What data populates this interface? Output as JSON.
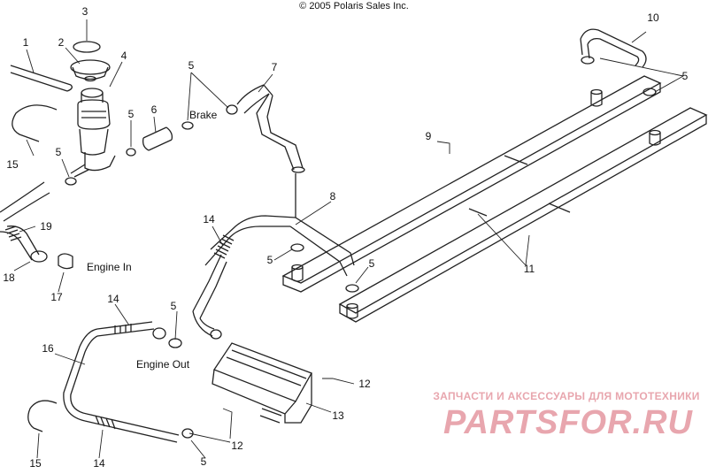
{
  "copyright": "© 2005 Polaris Sales Inc.",
  "labels": {
    "brake": "Brake",
    "engine_in": "Engine In",
    "engine_out": "Engine Out"
  },
  "callouts": {
    "c1": "1",
    "c2": "2",
    "c3": "3",
    "c4": "4",
    "c5a": "5",
    "c5b": "5",
    "c5c": "5",
    "c5d": "5",
    "c5e": "5",
    "c5f": "5",
    "c5g": "5",
    "c5h": "5",
    "c6": "6",
    "c7": "7",
    "c8": "8",
    "c9": "9",
    "c10": "10",
    "c11": "11",
    "c12a": "12",
    "c12b": "12",
    "c13": "13",
    "c14a": "14",
    "c14b": "14",
    "c14c": "14",
    "c15a": "15",
    "c15b": "15",
    "c16": "16",
    "c17": "17",
    "c18": "18",
    "c19": "19"
  },
  "watermark": {
    "tagline": "ЗАПЧАСТИ И АКСЕССУАРЫ ДЛЯ МОТОТЕХНИКИ",
    "logo": "PARTSFOR.RU",
    "color": "#e8a6ae"
  }
}
